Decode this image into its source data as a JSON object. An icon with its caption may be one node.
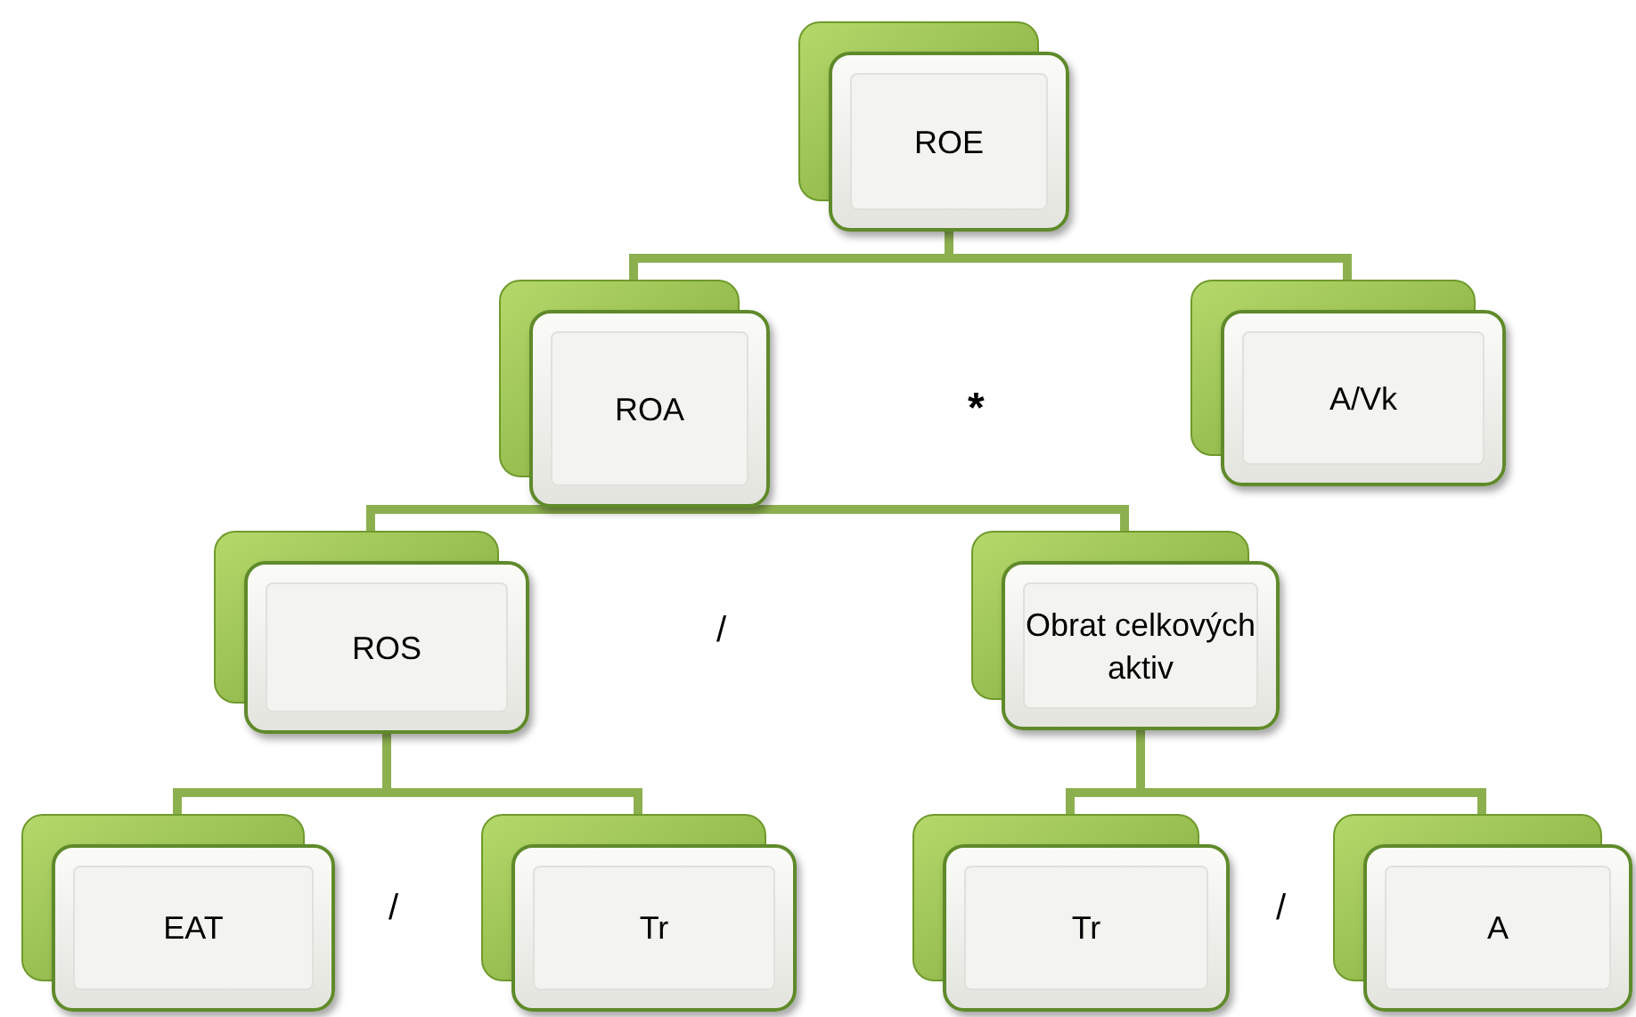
{
  "diagram": {
    "nodes": [
      {
        "text": [
          "ROE"
        ]
      },
      {
        "text": [
          "ROA"
        ]
      },
      {
        "text": [
          "A/Vk"
        ]
      },
      {
        "text": [
          "ROS"
        ]
      },
      {
        "text": [
          "Obrat celkových aktiv"
        ]
      },
      {
        "text": [
          "EAT"
        ]
      },
      {
        "text": [
          "Tr"
        ]
      },
      {
        "text": [
          "Tr"
        ]
      },
      {
        "text": [
          "A"
        ]
      }
    ],
    "edges": [
      {
        "from": 0,
        "to": 1,
        "arrow": "none"
      },
      {
        "from": 0,
        "to": 2,
        "arrow": "none"
      },
      {
        "from": 1,
        "to": 3,
        "arrow": "none"
      },
      {
        "from": 1,
        "to": 4,
        "arrow": "none"
      },
      {
        "from": 3,
        "to": 5,
        "arrow": "none"
      },
      {
        "from": 3,
        "to": 6,
        "arrow": "none"
      },
      {
        "from": 4,
        "to": 7,
        "arrow": "none"
      },
      {
        "from": 4,
        "to": 8,
        "arrow": "none"
      }
    ],
    "labels": [
      "*",
      "/",
      "/",
      "/"
    ]
  }
}
